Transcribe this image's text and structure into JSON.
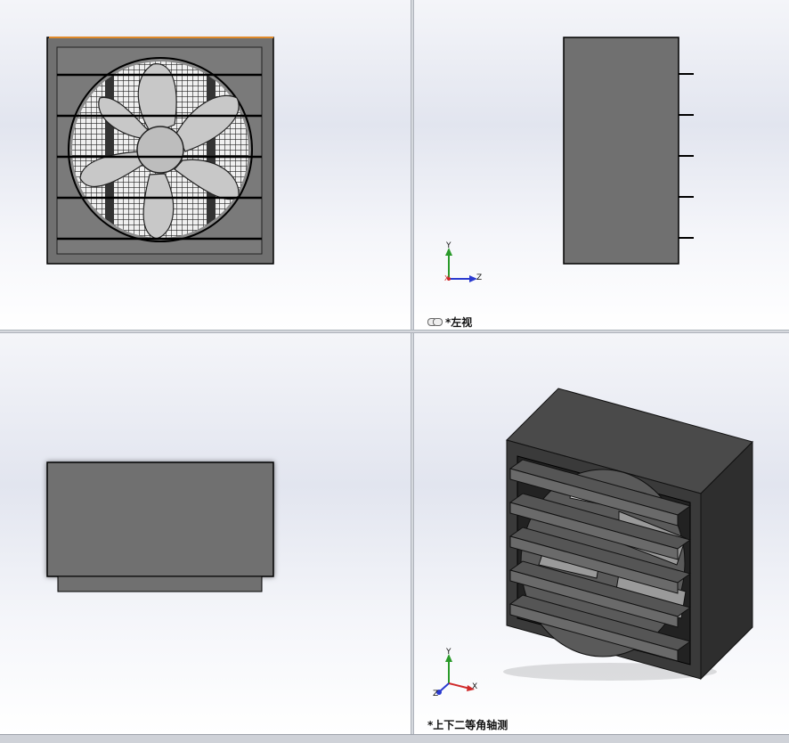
{
  "viewports": {
    "top_left": {
      "label": ""
    },
    "top_right": {
      "label": "*左视",
      "linked": true
    },
    "bottom_left": {
      "label": ""
    },
    "bottom_right": {
      "label": "*上下二等角轴测"
    }
  },
  "triad": {
    "y": "Y",
    "z": "Z",
    "x": "X"
  },
  "colors": {
    "housing": "#707070",
    "housing_dark": "#3c3c3c",
    "blade": "#c8c8c8",
    "grid": "#1a1a1a",
    "axis_y": "#2a9a2a",
    "axis_z": "#2a3ad0",
    "axis_x": "#d02a2a"
  }
}
